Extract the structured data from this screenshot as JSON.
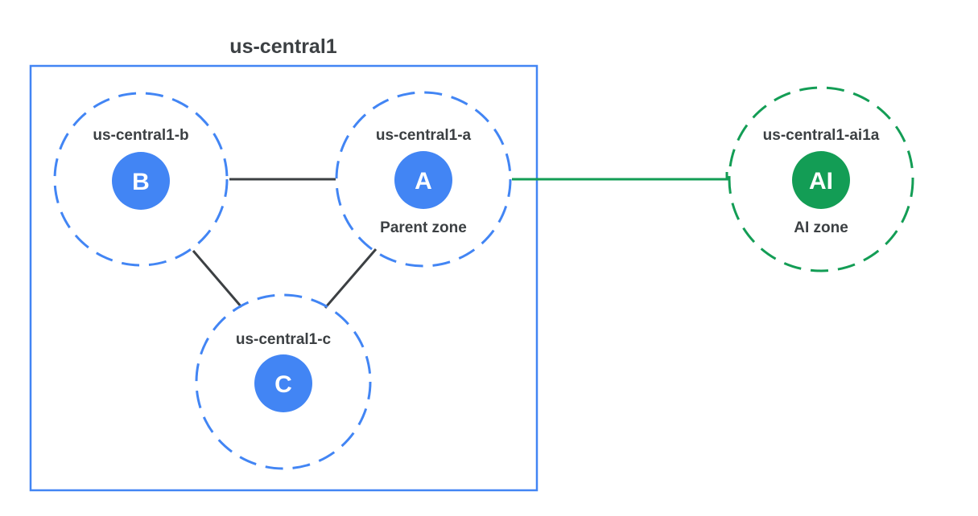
{
  "region": {
    "label": "us-central1"
  },
  "zones": [
    {
      "id": "b",
      "label": "us-central1-b",
      "node": "B",
      "caption": ""
    },
    {
      "id": "a",
      "label": "us-central1-a",
      "node": "A",
      "caption": "Parent zone"
    },
    {
      "id": "c",
      "label": "us-central1-c",
      "node": "C",
      "caption": ""
    },
    {
      "id": "ai",
      "label": "us-central1-ai1a",
      "node": "AI",
      "caption": "AI zone"
    }
  ],
  "colors": {
    "blue": "#4285f4",
    "green": "#139d55",
    "link": "#3c4043",
    "text": "#3c4043"
  }
}
